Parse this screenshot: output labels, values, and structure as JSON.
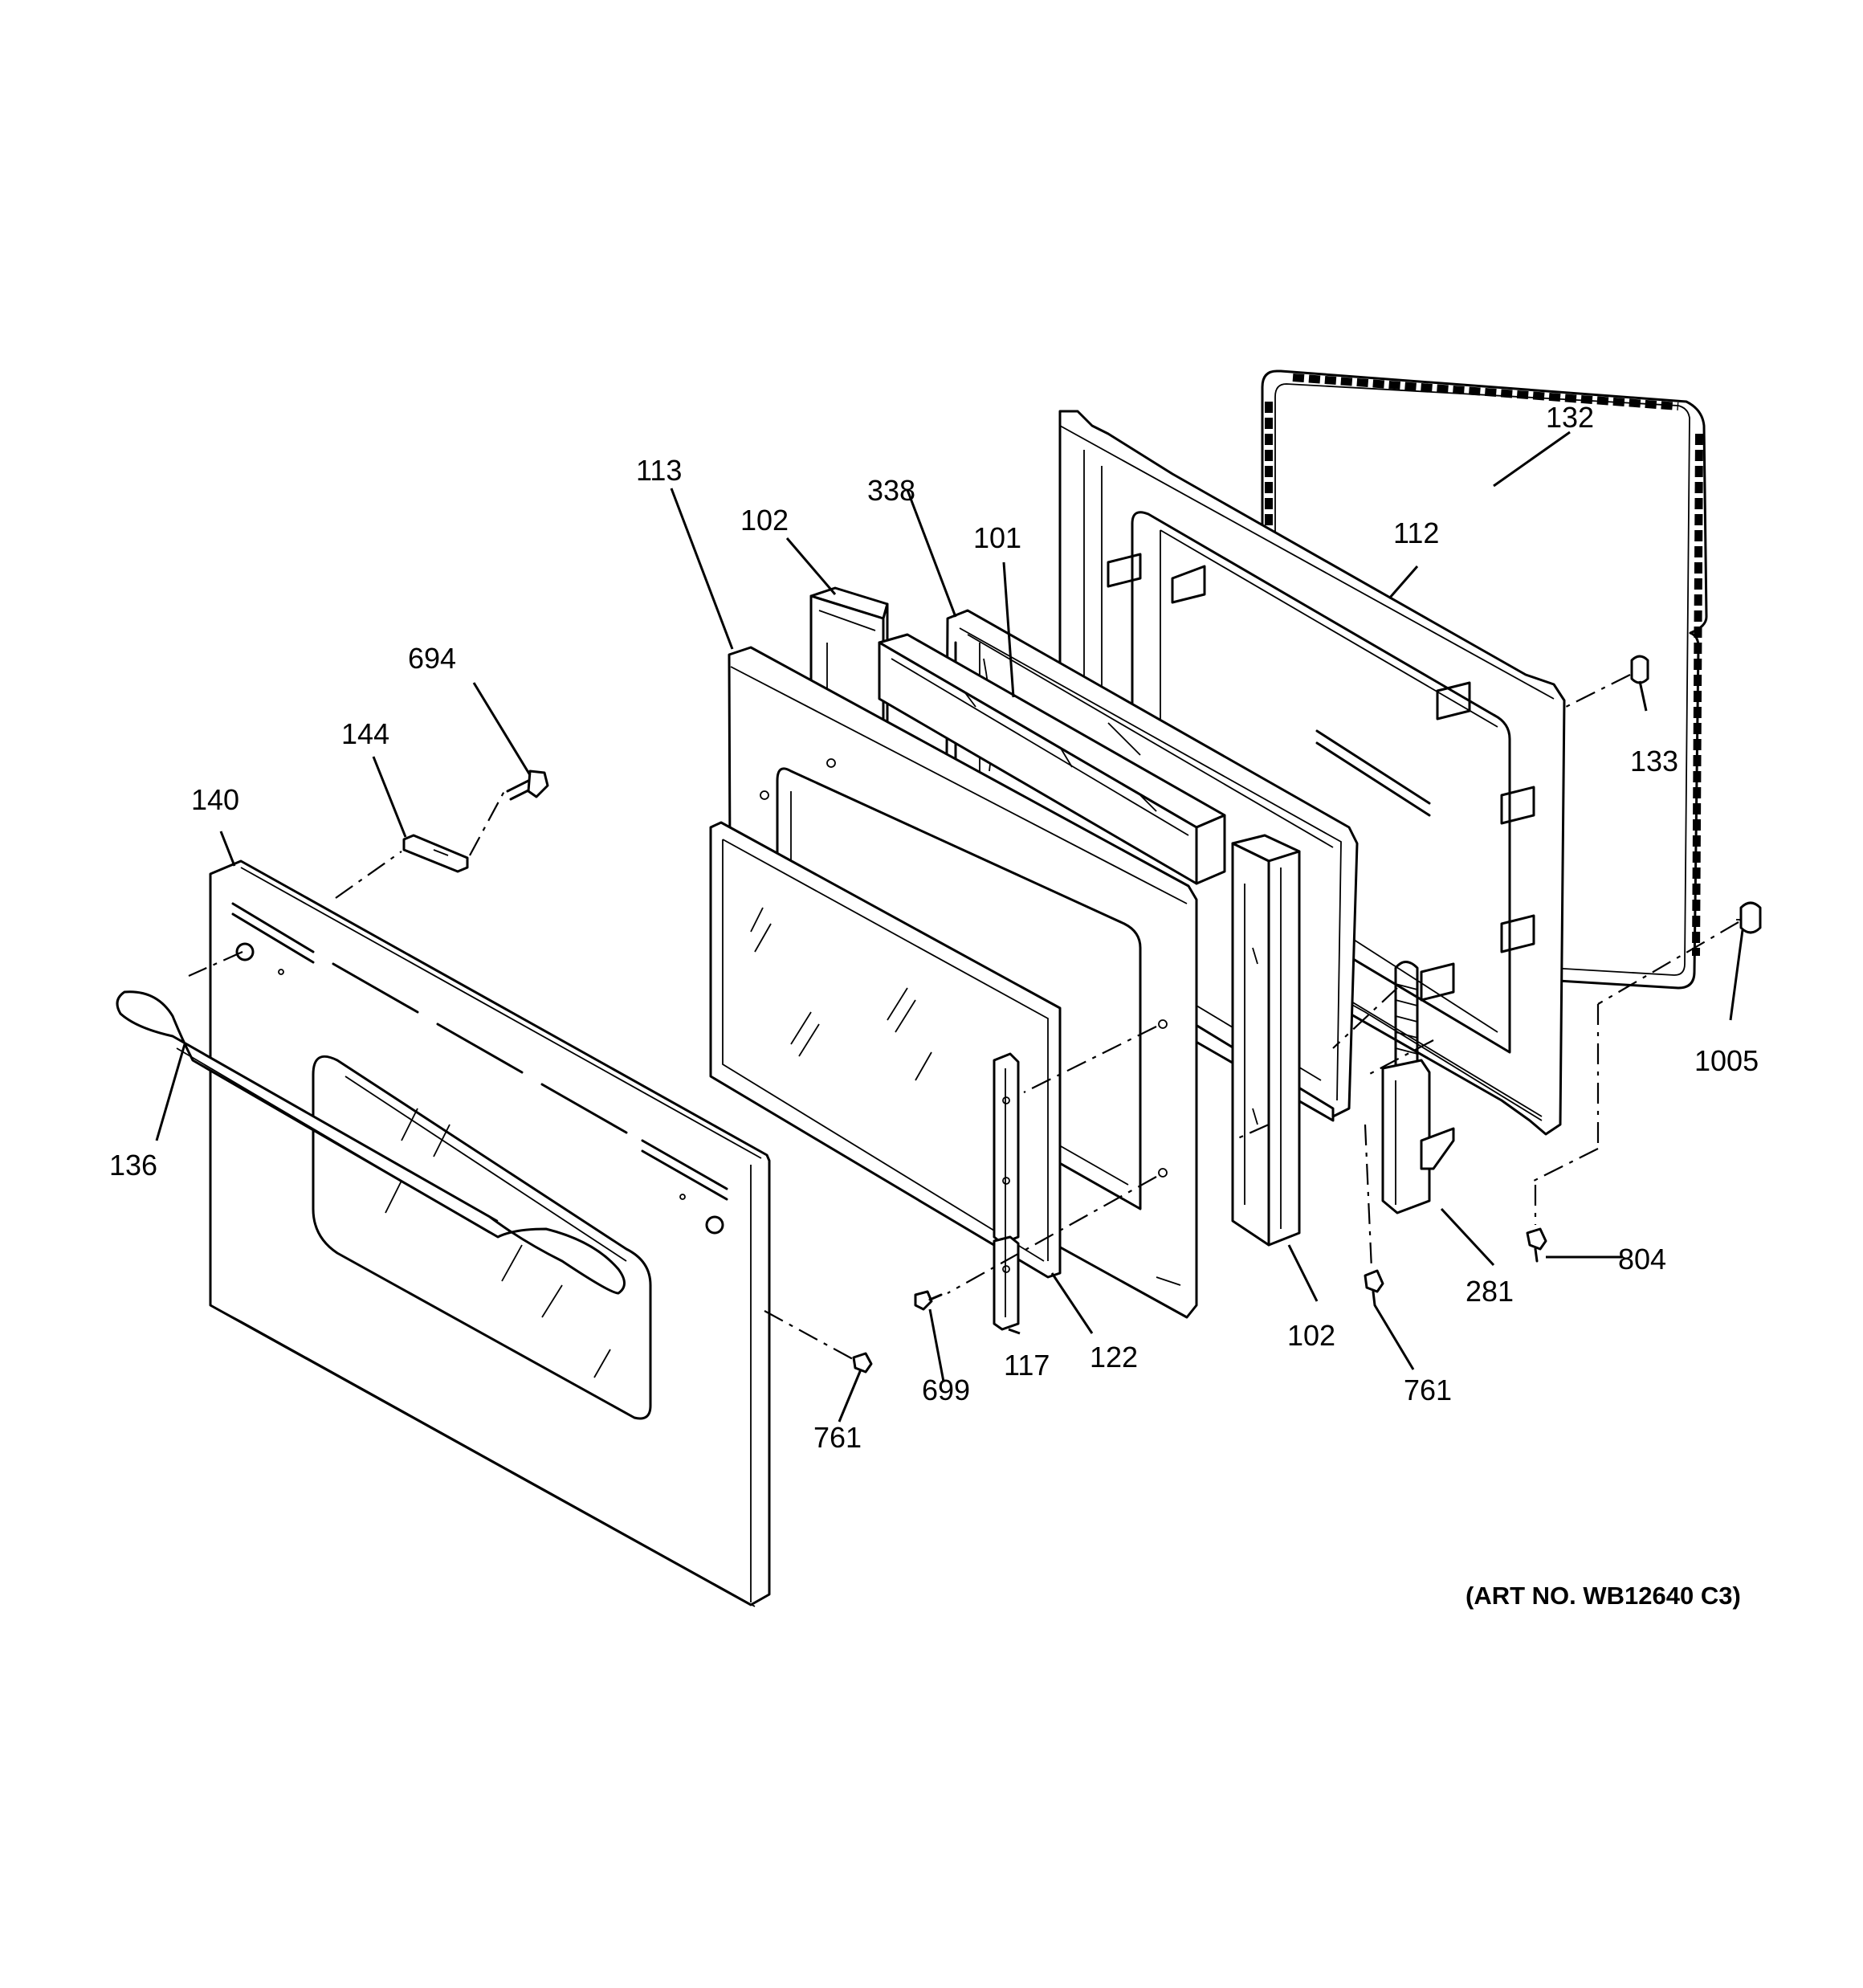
{
  "diagram": {
    "callouts": [
      {
        "id": "c132",
        "text": "132"
      },
      {
        "id": "c113",
        "text": "113"
      },
      {
        "id": "c338",
        "text": "338"
      },
      {
        "id": "c102a",
        "text": "102"
      },
      {
        "id": "c101",
        "text": "101"
      },
      {
        "id": "c112",
        "text": "112"
      },
      {
        "id": "c694",
        "text": "694"
      },
      {
        "id": "c133",
        "text": "133"
      },
      {
        "id": "c144",
        "text": "144"
      },
      {
        "id": "c140",
        "text": "140"
      },
      {
        "id": "c1005",
        "text": "1005"
      },
      {
        "id": "c136",
        "text": "136"
      },
      {
        "id": "c804",
        "text": "804"
      },
      {
        "id": "c281",
        "text": "281"
      },
      {
        "id": "c102b",
        "text": "102"
      },
      {
        "id": "c117",
        "text": "117"
      },
      {
        "id": "c122",
        "text": "122"
      },
      {
        "id": "c699",
        "text": "699"
      },
      {
        "id": "c761a",
        "text": "761"
      },
      {
        "id": "c761b",
        "text": "761"
      }
    ],
    "art_number": "(ART NO. WB12640 C3)"
  }
}
